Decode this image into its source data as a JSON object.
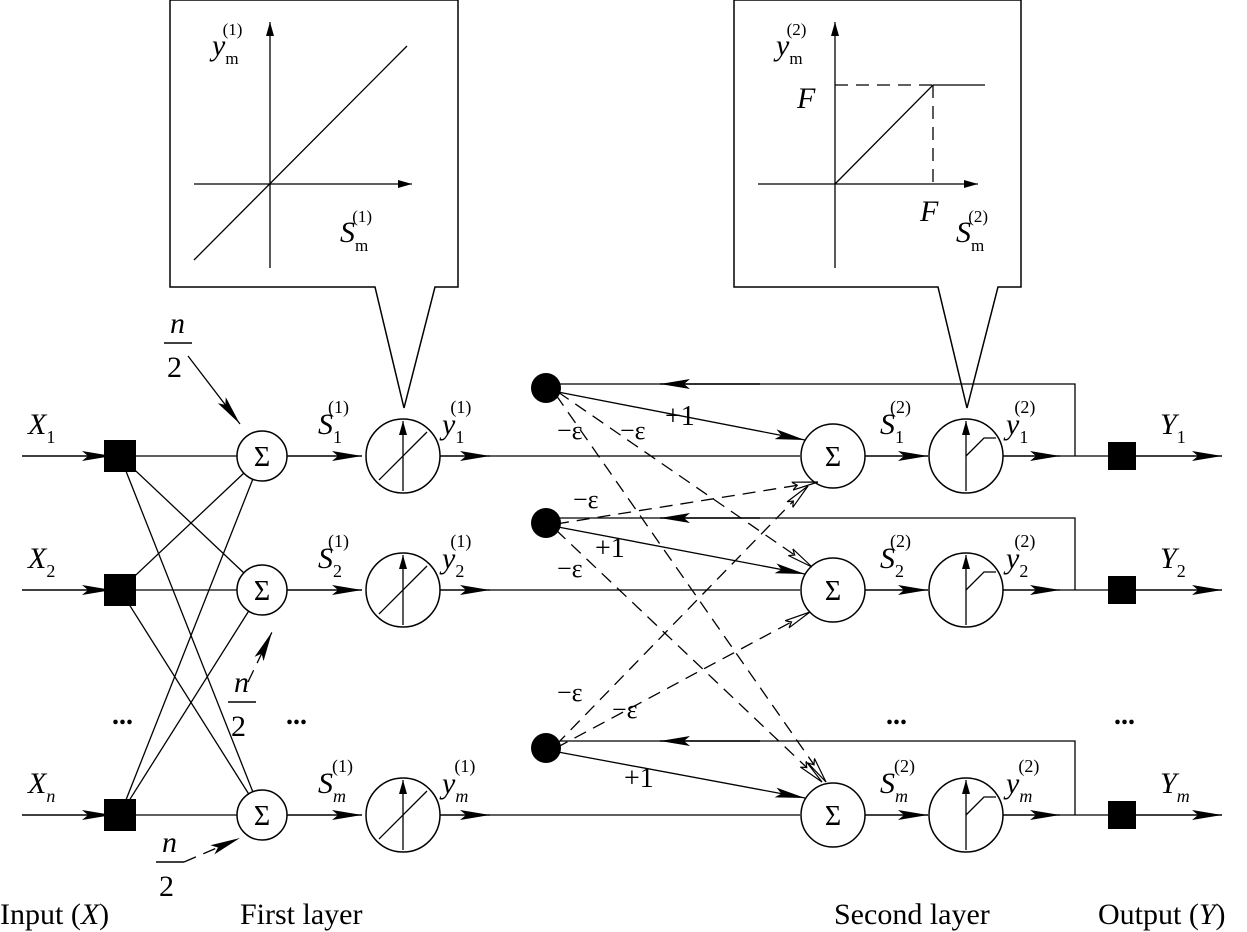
{
  "labels": {
    "input": "Input (X)",
    "first_layer": "First layer",
    "second_layer": "Second layer",
    "output": "Output (Y)"
  },
  "input_nodes": [
    {
      "sym": "X",
      "sub": "1"
    },
    {
      "sym": "X",
      "sub": "2"
    },
    {
      "sym": "X",
      "sub": "n"
    }
  ],
  "output_nodes": [
    {
      "sym": "Y",
      "sub": "1"
    },
    {
      "sym": "Y",
      "sub": "2"
    },
    {
      "sym": "Y",
      "sub": "m"
    }
  ],
  "bias": {
    "numerator": "n",
    "denominator": "2"
  },
  "layer1": {
    "sum_symbol": "Σ",
    "s_symbol": "S",
    "y_symbol": "y",
    "sup": "(1)",
    "subs": [
      "1",
      "2",
      "m"
    ]
  },
  "layer2": {
    "sum_symbol": "Σ",
    "s_symbol": "S",
    "y_symbol": "y",
    "sup": "(2)",
    "subs": [
      "1",
      "2",
      "m"
    ]
  },
  "weights": {
    "excite": "+1",
    "inhibit": "−ε"
  },
  "ellipsis": "...",
  "inset1": {
    "ylabel_sym": "y",
    "ylabel_sub": "m",
    "ylabel_sup": "(1)",
    "xlabel_sym": "S",
    "xlabel_sub": "m",
    "xlabel_sup": "(1)"
  },
  "inset2": {
    "ylabel_sym": "y",
    "ylabel_sub": "m",
    "ylabel_sup": "(2)",
    "xlabel_sym": "S",
    "xlabel_sub": "m",
    "xlabel_sup": "(2)",
    "threshold": "F"
  }
}
